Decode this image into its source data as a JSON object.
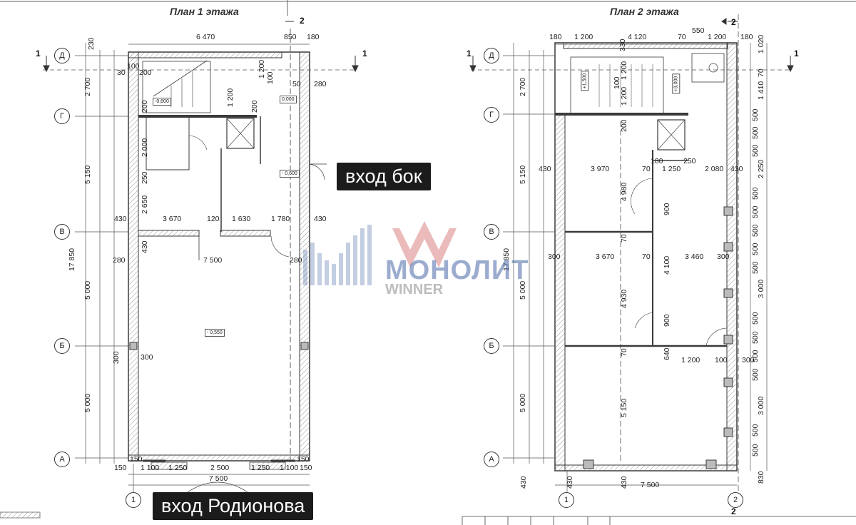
{
  "plans": [
    {
      "title": "План 1 этажа"
    },
    {
      "title": "План 2 этажа"
    }
  ],
  "axes_letters": [
    "Д",
    "Г",
    "В",
    "Б",
    "А"
  ],
  "axis_numbers": [
    "1",
    "2"
  ],
  "section_marks": [
    "1",
    "1",
    "2"
  ],
  "plan1": {
    "top_dims": [
      "230",
      "6 470",
      "850",
      "180"
    ],
    "left_dims": [
      "2 700",
      "5 150",
      "5 000",
      "5 000",
      "17 850"
    ],
    "dims": [
      "100",
      "30",
      "200",
      "1 200",
      "100",
      "1 200",
      "200",
      "50",
      "280",
      "200",
      "2 000",
      "250",
      "2 650",
      "430",
      "3 670",
      "120",
      "1 630",
      "1 780",
      "430",
      "430",
      "280",
      "7 500",
      "280",
      "300",
      "300",
      "150",
      "150",
      "150",
      "150",
      "1 100",
      "1 250",
      "2 500",
      "1 250",
      "1 100",
      "7 500"
    ],
    "levels": [
      "-0,600",
      "0,000",
      "- 0,600",
      "- 0,550"
    ]
  },
  "plan2": {
    "top_dims": [
      "180",
      "1 200",
      "4 120",
      "70",
      "550",
      "1 200",
      "180",
      "330",
      "1 020"
    ],
    "left_dims": [
      "2 700",
      "5 150",
      "5 000",
      "5 000",
      "17 850"
    ],
    "right_dims": [
      "70",
      "1 410",
      "500",
      "500",
      "500",
      "2 250",
      "500",
      "500",
      "500",
      "500",
      "500",
      "3 000",
      "500",
      "500",
      "500",
      "500",
      "3 000",
      "500",
      "500",
      "830"
    ],
    "dims": [
      "100",
      "1 200",
      "1 200",
      "200",
      "180",
      "250",
      "430",
      "3 970",
      "70",
      "1 250",
      "2 080",
      "430",
      "4 980",
      "900",
      "70",
      "300",
      "3 670",
      "70",
      "3 460",
      "300",
      "4 100",
      "4 930",
      "900",
      "640",
      "70",
      "1 200",
      "100",
      "300",
      "5 150",
      "430",
      "430",
      "7 500",
      "430"
    ],
    "levels": [
      "+1,500",
      "+3,000"
    ]
  },
  "labels": {
    "side_entrance": "вход бок",
    "main_entrance": "вход Родионова"
  },
  "watermark": {
    "brand": "МОНОЛИТ",
    "sub": "WINNER"
  },
  "colors": {
    "line": "#3a3a3a",
    "wall_hatch": "#bdbdbd",
    "watermark_red": "#c94a4a",
    "watermark_blue": "#4a6aa8"
  }
}
